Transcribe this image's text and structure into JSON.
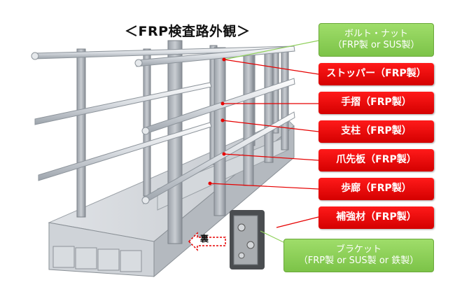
{
  "title": "＜FRP検査路外観＞",
  "labels": {
    "bolt_nut": {
      "line1": "ボルト・ナット",
      "line2": "（FRP製 or SUS製）"
    },
    "stopper": "ストッパー（FRP製）",
    "handrail": "手摺（FRP製）",
    "post": "支柱（FRP製）",
    "toe_board": "爪先板（FRP製）",
    "walkway": "歩廊（FRP製）",
    "reinforcement": "補強材（FRP製）",
    "bracket": {
      "line1": "ブラケット",
      "line2": "（FRP製 or SUS製 or 鉄製）"
    }
  },
  "back_label": "裏",
  "colors": {
    "red_label": "#e60000",
    "green_label": "#8fd05a",
    "leader_red": "#e60000",
    "leader_green": "#8fd05a"
  }
}
